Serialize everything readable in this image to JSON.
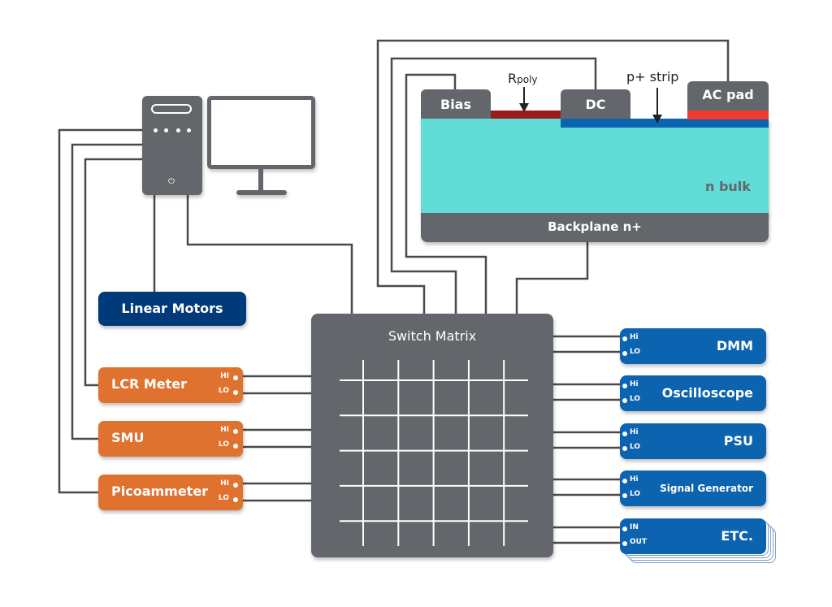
{
  "computer": {
    "tower_icon": "computer-tower-icon",
    "monitor_icon": "monitor-icon",
    "power_icon": "power-icon",
    "power_glyph": "⏻"
  },
  "sensor": {
    "pads": {
      "bias": "Bias",
      "dc": "DC",
      "ac": "AC pad"
    },
    "labels": {
      "rpoly_main": "R",
      "rpoly_sub": "poly",
      "pstrip": "p+ strip",
      "nbulk": "n bulk",
      "backplane": "Backplane n+"
    },
    "colors": {
      "bulk": "#62dcd6",
      "rpoly": "#9b1c1f",
      "pstrip": "#0c63b0",
      "ac_metal": "#ef3b2c",
      "pad": "#63666a"
    }
  },
  "left_instruments": {
    "motors": {
      "label": "Linear Motors",
      "color": "#003a78"
    },
    "devices": [
      {
        "label": "LCR Meter",
        "port_hi": "HI",
        "port_lo": "LO"
      },
      {
        "label": "SMU",
        "port_hi": "HI",
        "port_lo": "LO"
      },
      {
        "label": "Picoammeter",
        "port_hi": "HI",
        "port_lo": "LO"
      }
    ],
    "color": "#e07230"
  },
  "switch_matrix": {
    "title": "Switch Matrix",
    "rows": 5,
    "cols": 5,
    "color": "#63666a"
  },
  "right_instruments": {
    "devices": [
      {
        "label": "DMM",
        "port_hi": "Hi",
        "port_lo": "LO"
      },
      {
        "label": "Oscilloscope",
        "port_hi": "Hi",
        "port_lo": "LO"
      },
      {
        "label": "PSU",
        "port_hi": "Hi",
        "port_lo": "LO"
      },
      {
        "label": "Signal Generator",
        "port_hi": "Hi",
        "port_lo": "LO"
      },
      {
        "label": "ETC.",
        "port_hi": "IN",
        "port_lo": "OUT"
      }
    ],
    "color": "#0c63b0"
  },
  "wire_color": "#4a4a4a"
}
